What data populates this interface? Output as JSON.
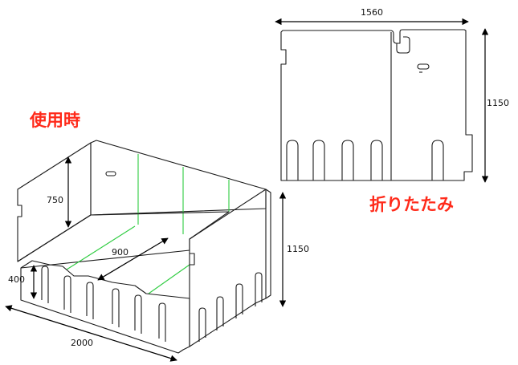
{
  "labels": {
    "in_use": "使用時",
    "folded": "折りたたみ"
  },
  "dimensions": {
    "folded_width": "1560",
    "folded_height": "1150",
    "inner_wall_height": "750",
    "depth": "900",
    "total_height": "1150",
    "lower_height": "400",
    "length": "2000"
  },
  "colors": {
    "line": "#1a1a1a",
    "fold_line": "#2ecc40",
    "label_red": "#ff2a1a"
  }
}
